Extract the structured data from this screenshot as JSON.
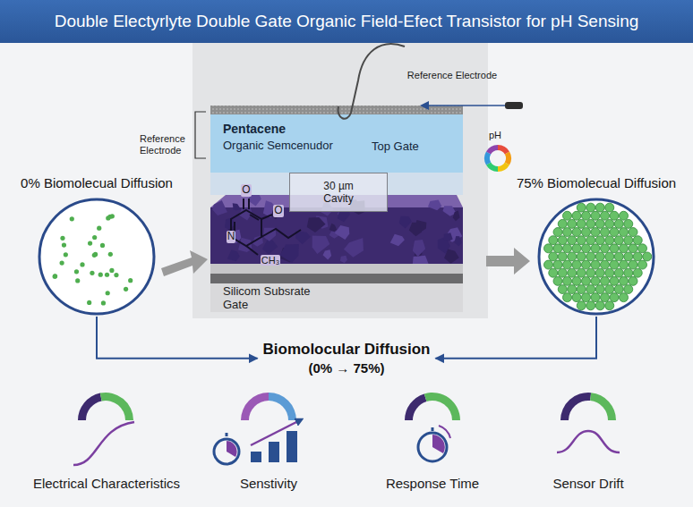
{
  "diagram": {
    "title": "Double Electyrlyte Double Gate Organic Field-Efect Transistor for pH Sensing",
    "nodes": [
      {
        "text": [
          "0% Biomolecual Diffusion"
        ]
      },
      {
        "text": [
          "Pentacene",
          "Organic Semcenudor",
          "Top Gate"
        ]
      },
      {
        "text": [
          "30 µm Cavity"
        ]
      },
      {
        "text": [
          "Silicom Subsrate Gate"
        ]
      },
      {
        "text": [
          "75% Biomolecual Diffusion"
        ]
      },
      {
        "text": [
          "Biomolocular Diffusion",
          "(0% → 75%)"
        ]
      }
    ],
    "edges": [
      {
        "from": 0,
        "to": 5,
        "arrow": "to"
      },
      {
        "from": 4,
        "to": 5,
        "arrow": "to"
      }
    ],
    "labels": [
      "Reference Electrode",
      "Reference Electrode",
      "pH",
      "O",
      "O",
      "N",
      "CH₃",
      "Electrical Characteristics",
      "Senstivity",
      "Response Time",
      "Sensor Drift"
    ]
  }
}
